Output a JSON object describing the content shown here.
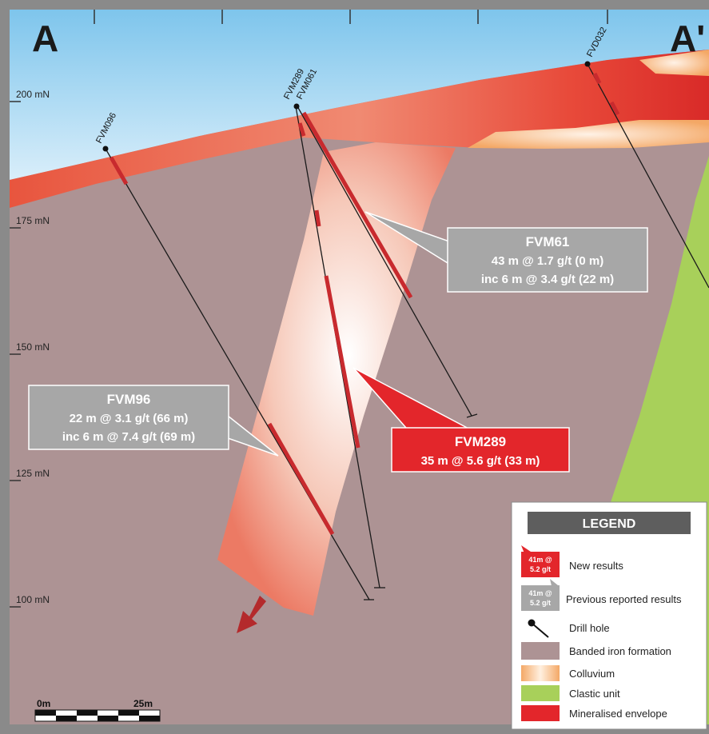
{
  "section": {
    "corner_left": "A",
    "corner_right": "A'",
    "elevations": [
      "200 mN",
      "175 mN",
      "150 mN",
      "125 mN",
      "100 mN"
    ]
  },
  "drill_holes": [
    "FVM096",
    "FVM289",
    "FVM061",
    "FVD032"
  ],
  "callouts": {
    "fvm61": {
      "title": "FVM61",
      "line1": "43 m @ 1.7 g/t (0 m)",
      "line2": "inc 6 m @ 3.4 g/t (22 m)",
      "color": "#a7a7a7"
    },
    "fvm96": {
      "title": "FVM96",
      "line1": "22 m @ 3.1 g/t (66 m)",
      "line2": "inc 6 m @ 7.4 g/t (69 m)",
      "color": "#a7a7a7"
    },
    "fvm289": {
      "title": "FVM289",
      "line1": "35 m @ 5.6 g/t (33 m)",
      "color": "#e3262b"
    }
  },
  "legend": {
    "title": "LEGEND",
    "swatch_line1": "41m @",
    "swatch_line2": "5.2 g/t",
    "items": [
      {
        "label": "New results",
        "color": "#e3262b"
      },
      {
        "label": "Previous reported results",
        "color": "#a7a7a7"
      },
      {
        "label": "Drill hole",
        "color": "#111111"
      },
      {
        "label": "Banded iron formation",
        "color": "#ad9394"
      },
      {
        "label": "Colluvium",
        "color": "#f4a866"
      },
      {
        "label": "Clastic unit",
        "color": "#a8d05a"
      },
      {
        "label": "Mineralised envelope",
        "color": "#e3262b"
      }
    ]
  },
  "scale": {
    "start": "0m",
    "end": "25m"
  },
  "colors": {
    "sky": "#a9d8f2",
    "bif": "#ad9394",
    "weathered": "#e8553e",
    "envelope": "#e3262b",
    "colluvium": "#f4a866",
    "clastic": "#a8d05a",
    "frame": "#8a8a8a"
  }
}
